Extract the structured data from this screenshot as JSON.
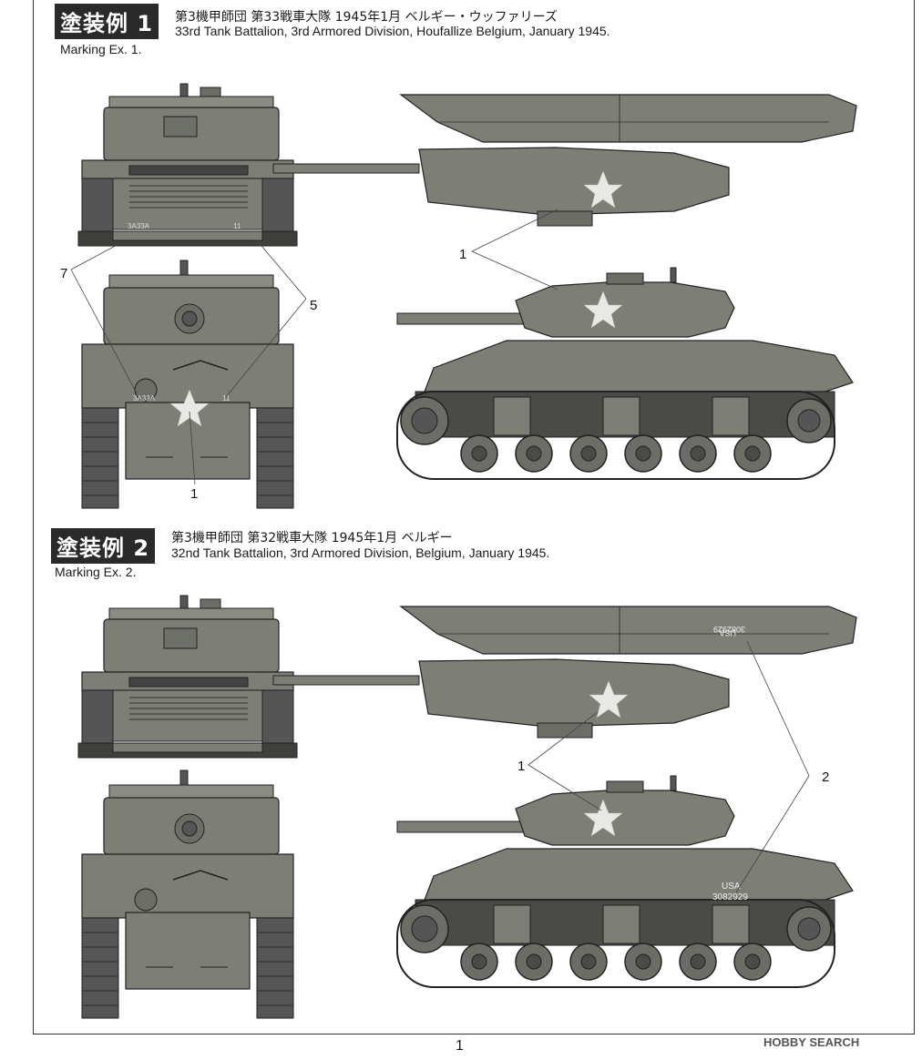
{
  "sections": [
    {
      "badge": "塗装例 1",
      "jp_caption": "第3機甲師団 第33戦車大隊 1945年1月 ベルギー・ウッファリーズ",
      "en_caption": "33rd Tank Battalion, 3rd Armored Division, Houfallize Belgium, January 1945.",
      "marking_label": "Marking Ex. 1.",
      "callouts": [
        "7",
        "5",
        "1",
        "1"
      ],
      "hull_marks": [
        "3A33A",
        "11"
      ]
    },
    {
      "badge": "塗装例 2",
      "jp_caption": "第3機甲師団 第32戦車大隊 1945年1月 ベルギー",
      "en_caption": "32nd Tank Battalion, 3rd Armored Division, Belgium, January 1945.",
      "marking_label": "Marking Ex. 2.",
      "callouts": [
        "1",
        "2"
      ],
      "hull_marks": [
        "USA",
        "3082929"
      ]
    }
  ],
  "page_number": "1",
  "watermark": "HOBBY SEARCH",
  "colors": {
    "olive": "#7d7f77",
    "dark": "#3a3b37",
    "light": "#9fa19a"
  }
}
